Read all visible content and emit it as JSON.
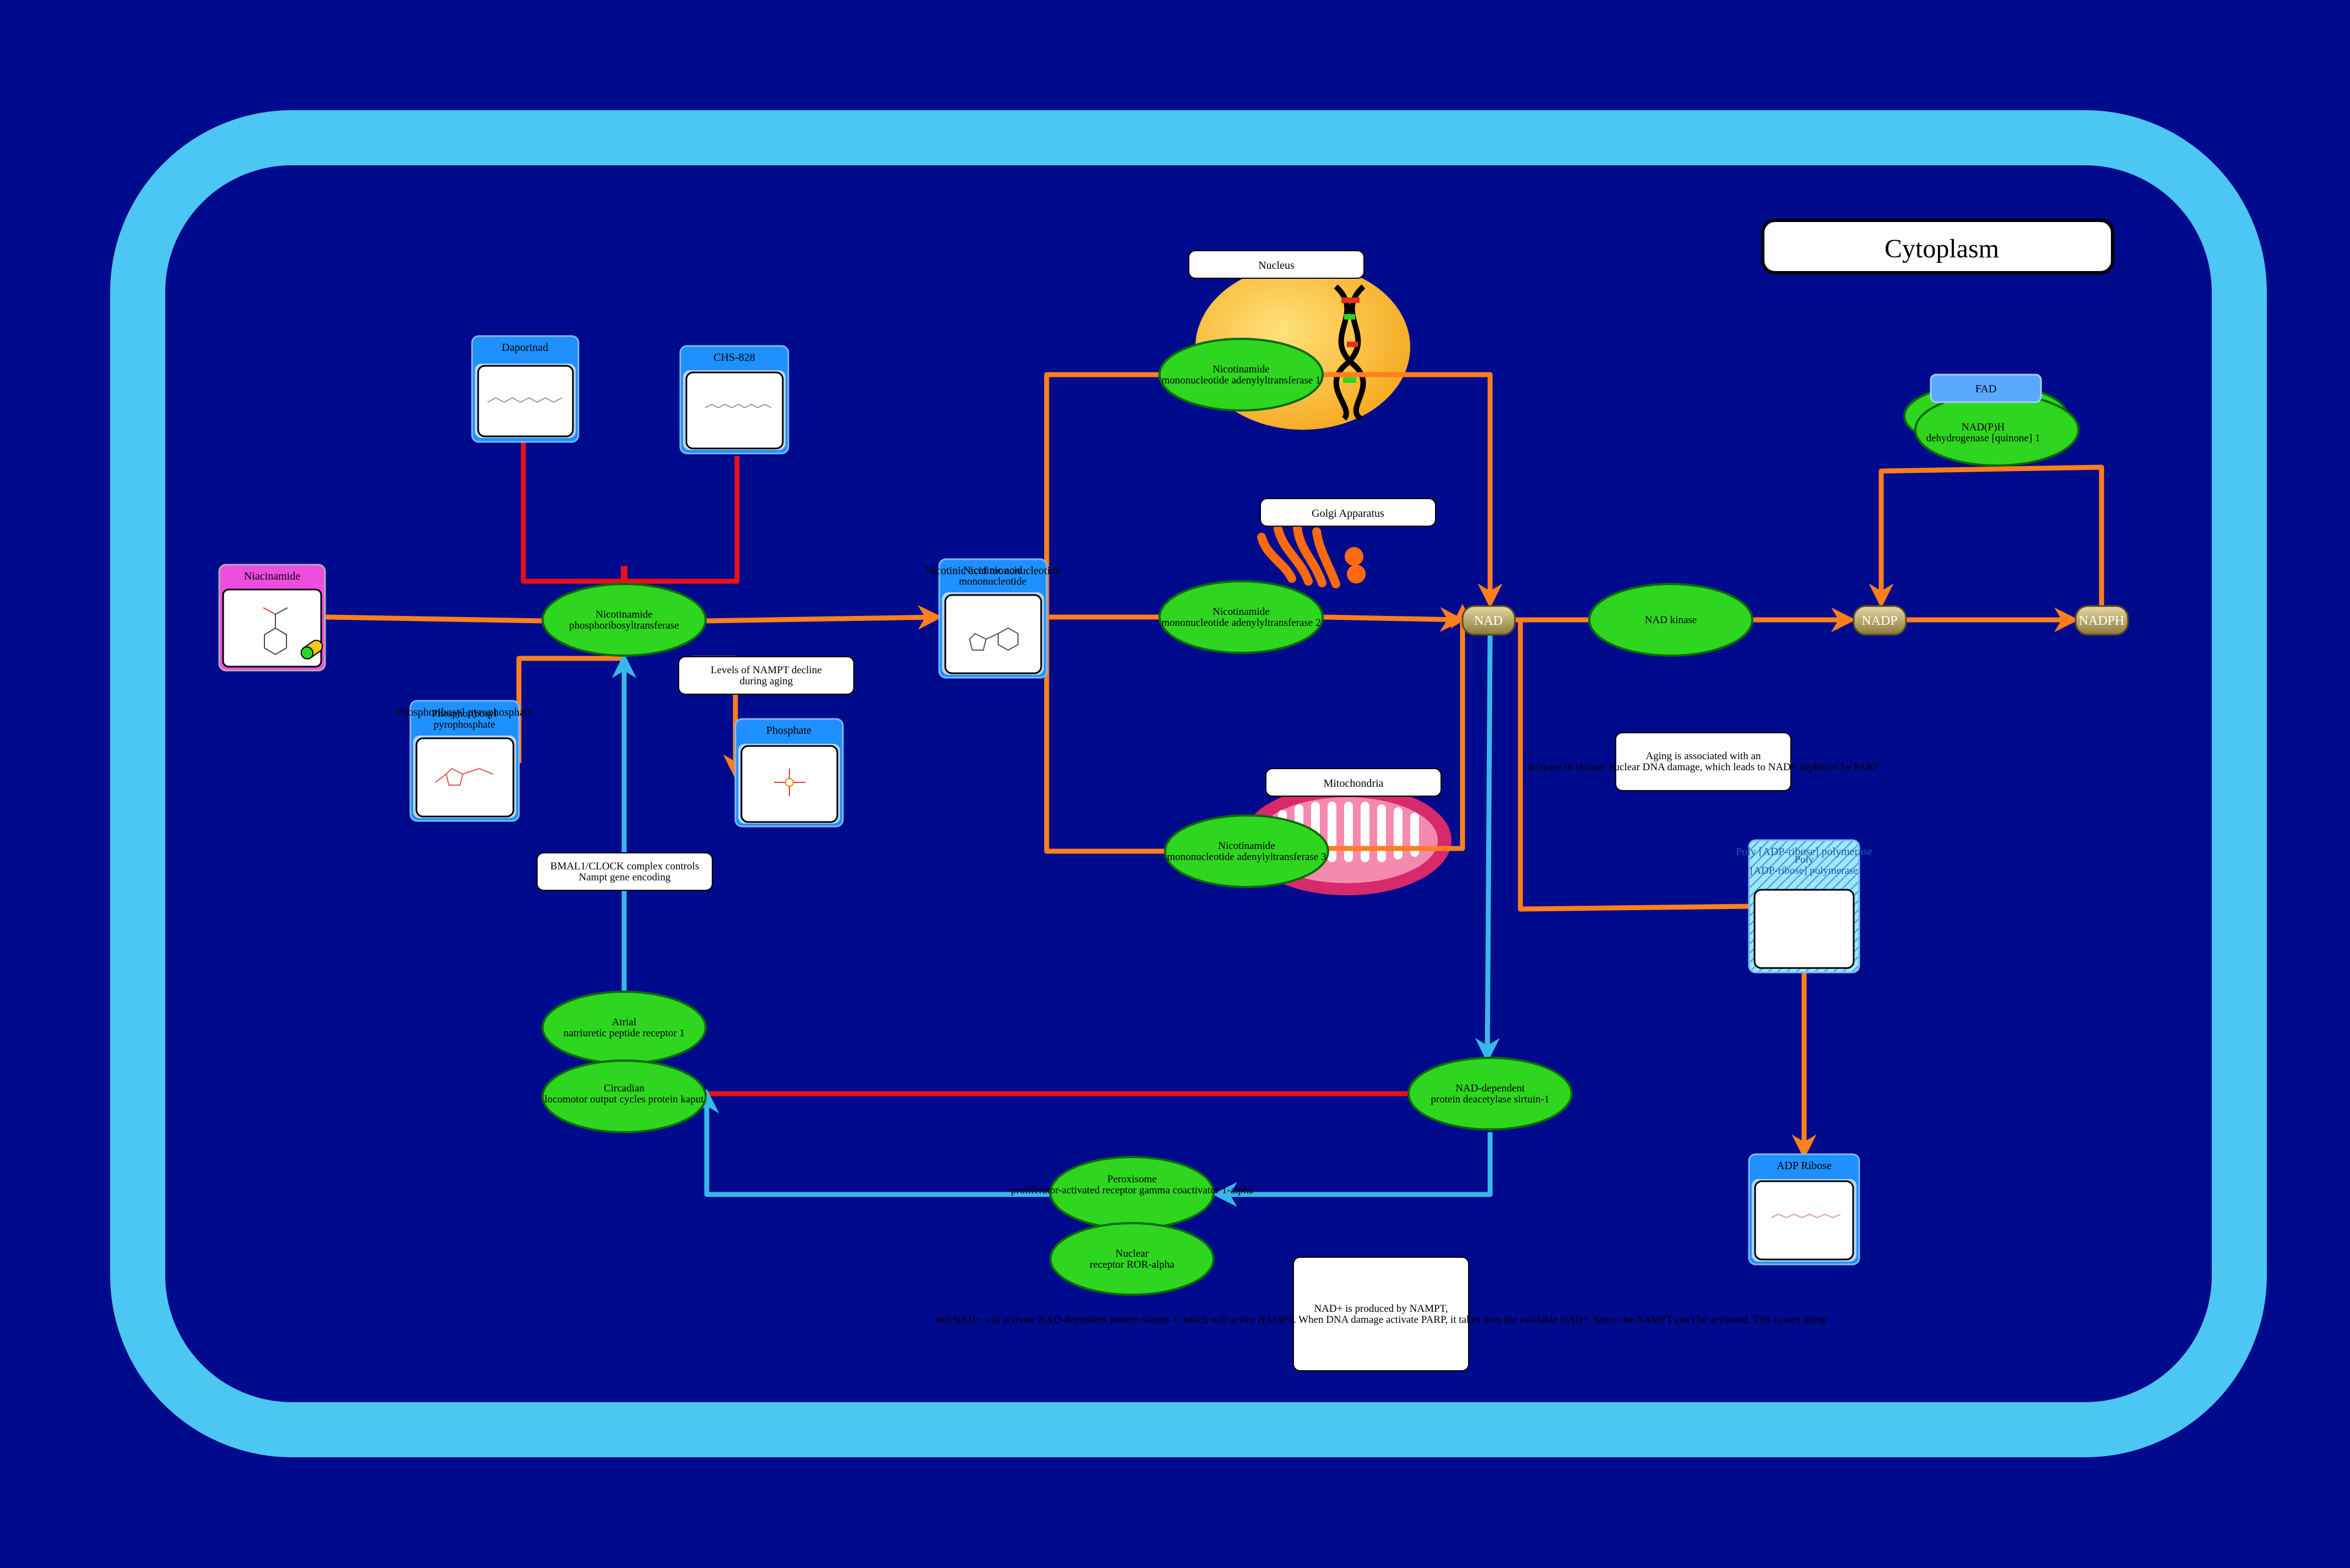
{
  "compartment": {
    "title": "Cytoplasm"
  },
  "colors": {
    "background": "#000a8c",
    "cell_membrane": "#4cc6f2",
    "activation": "#ff7f1e",
    "inhibition": "#e8101a",
    "signaling": "#38b8e8",
    "enzyme": "#2fd61f"
  },
  "organelles": {
    "nucleus": "Nucleus",
    "golgi": "Golgi Apparatus",
    "mitochondria": "Mitochondria"
  },
  "metabolites": {
    "niacinamide": "Niacinamide",
    "daporinad": "Daporinad",
    "chs828": "CHS-828",
    "nicotinic_acid_mn": "Nicotinic acid mononucleotide",
    "prpp": "Phosphoribosyl pyrophosphate",
    "phosphate": "Phosphate",
    "fad": "FAD",
    "parp": "Poly [ADP-ribose] polymerase",
    "adp_ribose": "ADP Ribose",
    "nad": "NAD",
    "nadp": "NADP",
    "nadph": "NADPH"
  },
  "proteins": {
    "nampt": "Nicotinamide phosphoribosyltransferase",
    "nmnat1": "Nicotinamide mononucleotide adenylyltransferase 1",
    "nmnat2": "Nicotinamide mononucleotide adenylyltransferase 2",
    "nmnat3": "Nicotinamide mononucleotide adenylyltransferase 3",
    "nad_kinase": "NAD kinase",
    "nqo1": "NAD(P)H dehydrogenase [quinone] 1",
    "anpr": "Atrial natriuretic peptide receptor 1",
    "clock": "Circadian locomotor output cycles protein kaput",
    "sirt1": "NAD-dependent protein deacetylase sirtuin-1",
    "ppargc": "Peroxisome proliferator-activated receptor gamma coactivator 1-alpha",
    "rora": "Nuclear receptor ROR-alpha"
  },
  "notes": {
    "nampt_decline": "Levels of NAMPT decline during aging",
    "bmal_clock": "BMAL1/CLOCK complex controls Nampt gene encoding",
    "dna_damage": "Aging is associated with an increase in chronic nuclear DNA damage, which leads to NAD+ depletion by PARP",
    "summary": "NAD+ is produced by NAMPT, and NAD+ will activate NAD-dependent protein sirtuin-1, which will active NAMPT. When DNA damage activate PARP, it takes over the available NAD+, hence the NAMPT can't be activated. This causes aging"
  }
}
